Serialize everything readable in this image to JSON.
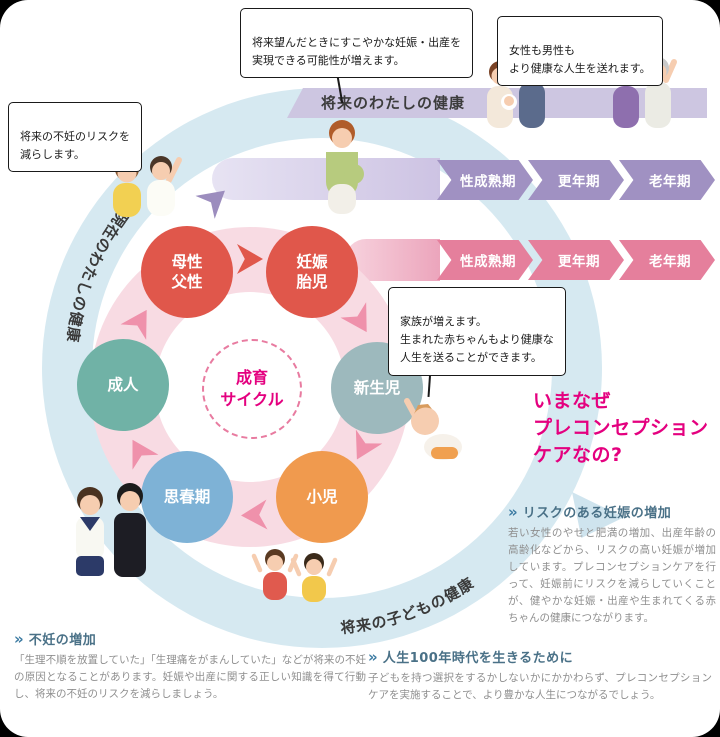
{
  "palette": {
    "outer_ring": "#d6e9f1",
    "inner_ring": "#f8dbe3",
    "magenta": "#e4007f",
    "purple_track": "#a091c2",
    "pink_track": "#e57f9c",
    "top_band": "#cdc6e1",
    "heading_teal": "#4a7187",
    "chevron_icon_blue": "#3e7ca3"
  },
  "icons": {
    "double_chevron": "»"
  },
  "bubbles": {
    "healthy_pregnancy": "将来望んだときにすこやかな妊娠・出産を\n実現できる可能性が増えます。",
    "healthy_life": "女性も男性も\nより健康な人生を送れます。",
    "infertility_risk": "将来の不妊のリスクを\n減らします。",
    "family_grows": "家族が増えます。\n生まれた赤ちゃんもより健康な\n人生を送ることができます。"
  },
  "tracks": {
    "future_band_label": "将来のわたしの健康",
    "purple_stages": [
      "性成熟期",
      "更年期",
      "老年期"
    ],
    "pink_stages": [
      "性成熟期",
      "更年期",
      "老年期"
    ]
  },
  "cycle": {
    "center_label": "成育\nサイクル",
    "stages": [
      {
        "id": "bosei-fusei",
        "label": "母性\n父性",
        "color": "#e0574b"
      },
      {
        "id": "ninshin-taiji",
        "label": "妊娠\n胎児",
        "color": "#e0574b"
      },
      {
        "id": "shinseiji",
        "label": "新生児",
        "color": "#9db9bd"
      },
      {
        "id": "shoni",
        "label": "小児",
        "color": "#f09a4e"
      },
      {
        "id": "shishunki",
        "label": "思春期",
        "color": "#7eb2d6"
      },
      {
        "id": "seijin",
        "label": "成人",
        "color": "#70b2a6"
      }
    ]
  },
  "curved_labels": {
    "current_health": "現在のわたしの健康",
    "child_health": "将来の子どもの健康"
  },
  "headline": "いまなぜ\nプレコンセプション\nケアなの?",
  "sections": [
    {
      "title": "リスクのある妊娠の増加",
      "body": "若い女性のやせと肥満の増加、出産年齢の高齢化などから、リスクの高い妊娠が増加しています。プレコンセプションケアを行って、妊娠前にリスクを減らしていくことが、健やかな妊娠・出産や生まれてくる赤ちゃんの健康につながります。"
    },
    {
      "title": "不妊の増加",
      "body": "「生理不順を放置していた」「生理痛をがまんしていた」などが将来の不妊の原因となることがあります。妊娠や出産に関する正しい知識を得て行動し、将来の不妊のリスクを減らしましょう。"
    },
    {
      "title": "人生100年時代を生きるために",
      "body": "子どもを持つ選択をするかしないかにかかわらず、プレコンセプションケアを実施することで、より豊かな人生につながるでしょう。"
    }
  ]
}
